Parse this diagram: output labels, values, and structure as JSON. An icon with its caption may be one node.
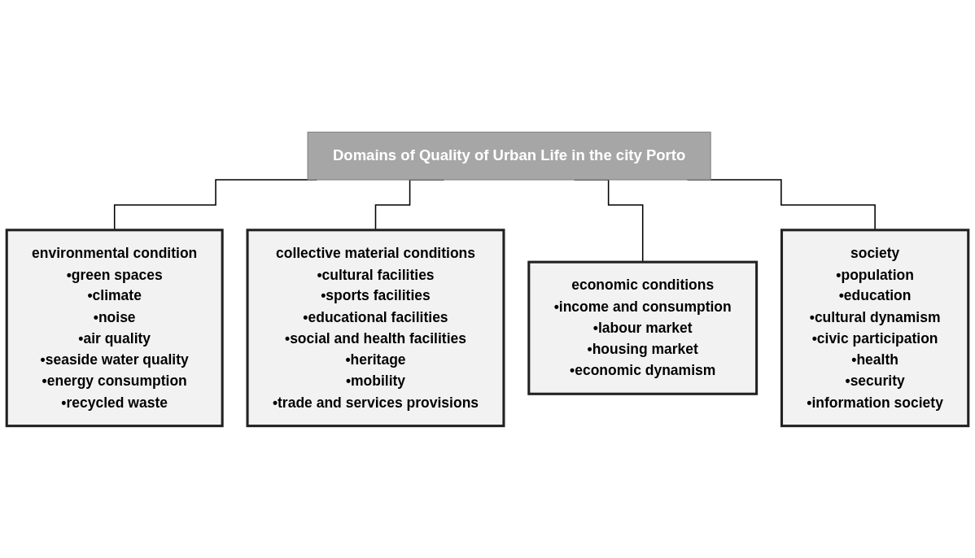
{
  "diagram": {
    "nodes": [
      {
        "text": [
          "Domains of Quality of Urban Life in the city Porto"
        ]
      },
      {
        "text": [
          "environmental condition",
          "•green spaces",
          "•climate",
          "•noise",
          "•air quality",
          "•seaside water quality",
          "•energy consumption",
          "•recycled waste"
        ]
      },
      {
        "text": [
          "collective material conditions",
          "•cultural facilities",
          "•sports facilities",
          "•educational facilities",
          "•social and health facilities",
          "•heritage",
          "•mobility",
          "•trade and services provisions"
        ]
      },
      {
        "text": [
          "economic conditions",
          "•income and consumption",
          "•labour market",
          "•housing market",
          "•economic dynamism"
        ]
      },
      {
        "text": [
          "society",
          "•population",
          "•education",
          "•cultural dynamism",
          "•civic participation",
          "•health",
          "•security",
          "•information society"
        ]
      }
    ],
    "edges": [
      {
        "from": 0,
        "to": 1,
        "arrow": "none"
      },
      {
        "from": 0,
        "to": 2,
        "arrow": "none"
      },
      {
        "from": 0,
        "to": 3,
        "arrow": "none"
      },
      {
        "from": 0,
        "to": 4,
        "arrow": "none"
      }
    ]
  }
}
